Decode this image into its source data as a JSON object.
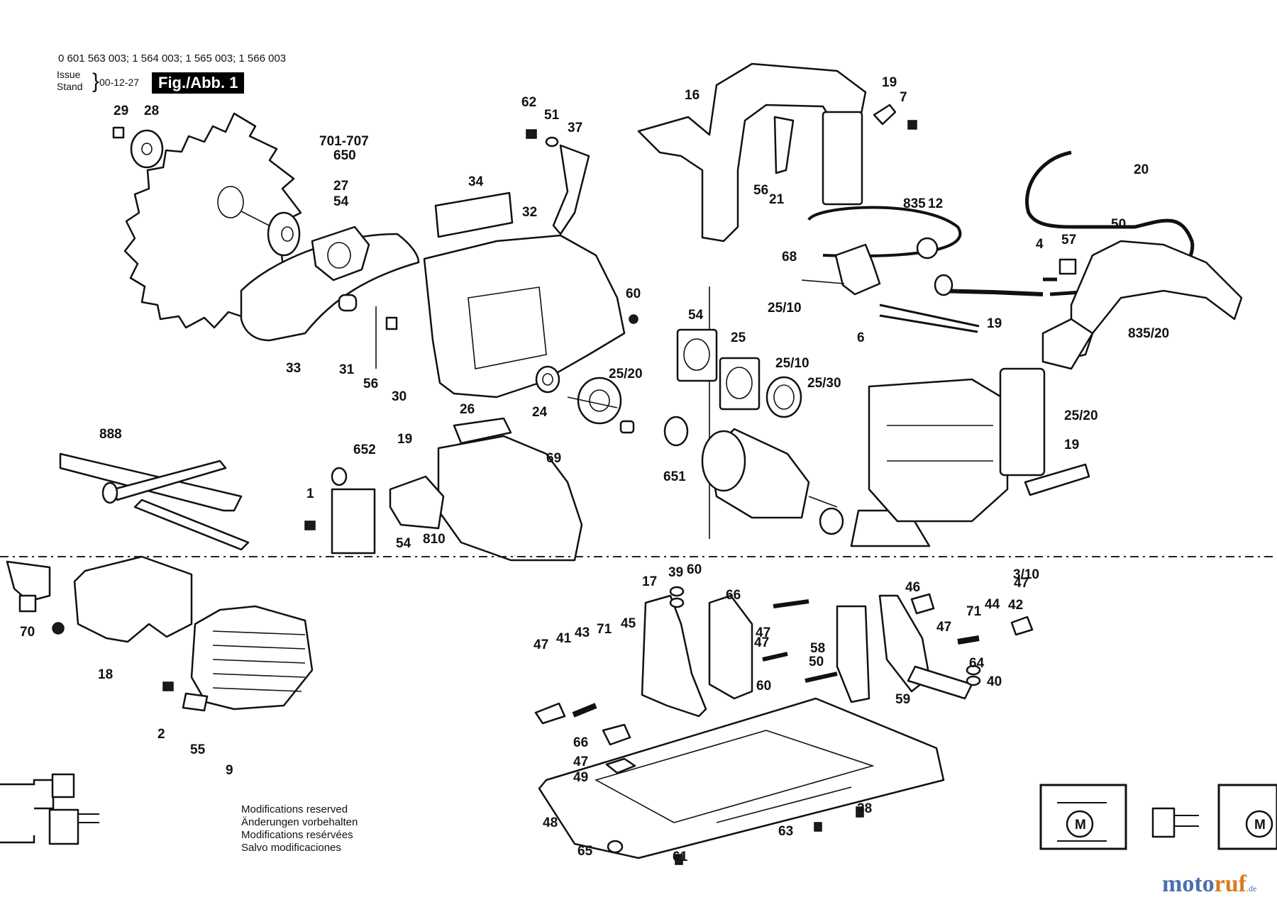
{
  "header": {
    "models": "0 601 563 003; 1 564 003; 1 565 003; 1 566 003",
    "issue_label": "Issue",
    "stand_label": "Stand",
    "issue_date": "00-12-27",
    "figure_label": "Fig./Abb. 1"
  },
  "footer": {
    "modifications": [
      "Modifications reserved",
      "Änderungen vorbehalten",
      "Modifications resérvées",
      "Salvo modificaciones"
    ],
    "brand_part1": "moto",
    "brand_part2": "ruf",
    "brand_tld": ".de"
  },
  "callouts": [
    "29",
    "28",
    "701-707",
    "650",
    "27",
    "54",
    "62",
    "51",
    "37",
    "34",
    "32",
    "60",
    "33",
    "31",
    "56",
    "30",
    "24",
    "25/20",
    "26",
    "888",
    "652",
    "19",
    "69",
    "1",
    "54",
    "810",
    "16",
    "19",
    "7",
    "56",
    "21",
    "20",
    "835",
    "12",
    "68",
    "4",
    "57",
    "50",
    "19",
    "6",
    "835/20",
    "54",
    "25/10",
    "25",
    "25/10",
    "25/30",
    "25/20",
    "19",
    "651",
    "3/10",
    "70",
    "18",
    "2",
    "55",
    "9",
    "17",
    "39",
    "60",
    "66",
    "45",
    "47",
    "58",
    "46",
    "47",
    "71",
    "44",
    "42",
    "47",
    "47",
    "41",
    "43",
    "71",
    "47",
    "50",
    "64",
    "60",
    "59",
    "40",
    "66",
    "47",
    "49",
    "48",
    "38",
    "63",
    "65",
    "61",
    "63"
  ],
  "schematic_motor_symbol": "M"
}
